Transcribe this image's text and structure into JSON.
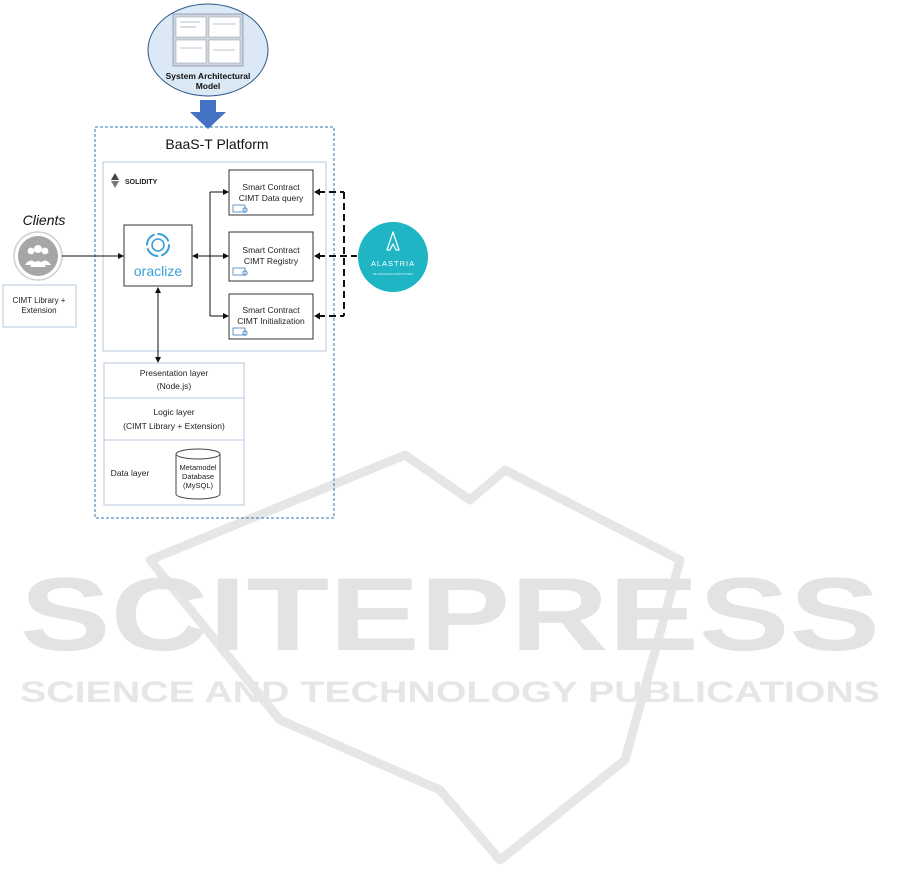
{
  "watermark": {
    "main": "SCITEPRESS",
    "sub": "SCIENCE AND TECHNOLOGY PUBLICATIONS",
    "color": "#e3e3e3"
  },
  "model": {
    "label_line1": "System Architectural",
    "label_line2": "Model",
    "fill": "#dbe8f5",
    "stroke": "#2c5a8a"
  },
  "platform": {
    "title": "BaaS-T Platform",
    "border_color": "#2e75b6"
  },
  "solidity": {
    "label": "SOLIDITY"
  },
  "clients": {
    "title": "Clients",
    "library_line1": "CIMT Library +",
    "library_line2": "Extension",
    "icon_color": "#a6a6a6"
  },
  "oracle": {
    "label": "oraclize",
    "color": "#3aa0d8"
  },
  "contracts": [
    {
      "line1": "Smart Contract",
      "line2": "CIMT Data query"
    },
    {
      "line1": "Smart Contract",
      "line2": "CIMT Registry"
    },
    {
      "line1": "Smart Contract",
      "line2": "CIMT Initialization"
    }
  ],
  "alastria": {
    "label": "ALASTRIA",
    "sublabel": "BLOCKCHAIN ECOSYSTEM",
    "color": "#1fb5c4"
  },
  "layers": {
    "presentation_line1": "Presentation layer",
    "presentation_line2": "(Node.js)",
    "logic_line1": "Logic layer",
    "logic_line2": "(CIMT Library + Extension)",
    "data": "Data layer",
    "db_line1": "Metamodel",
    "db_line2": "Database",
    "db_line3": "(MySQL)"
  },
  "arrow_color": "#4472c4"
}
